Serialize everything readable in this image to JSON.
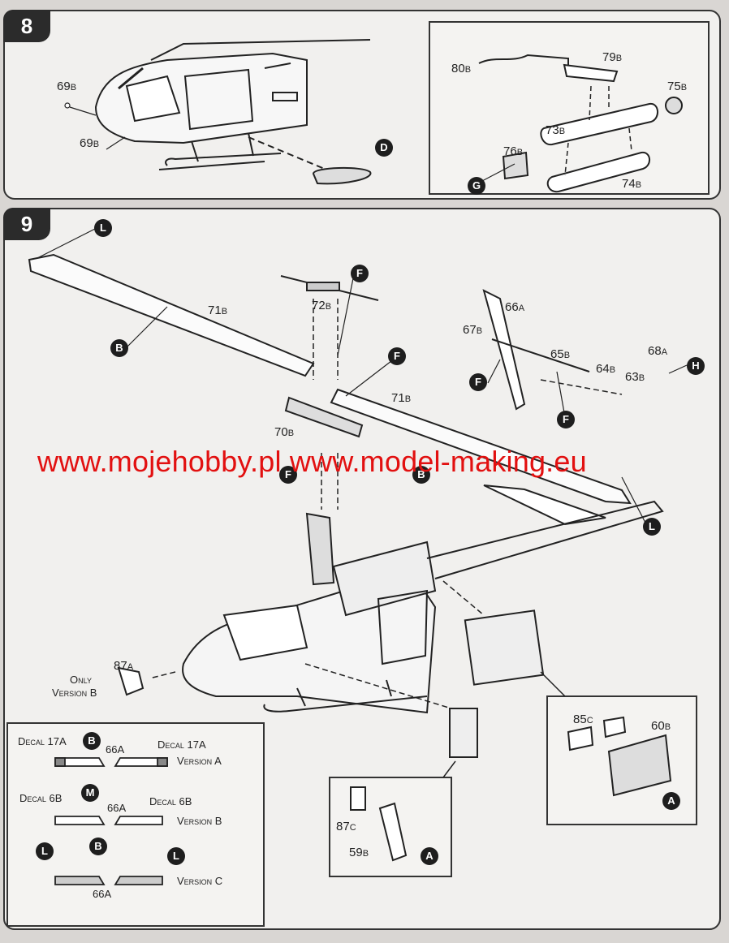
{
  "steps": [
    {
      "number": "8"
    },
    {
      "number": "9"
    }
  ],
  "step8": {
    "labels": {
      "p69b_top": "69",
      "p69b_top_suf": "B",
      "p69b_bot": "69",
      "p69b_bot_suf": "B",
      "p80b": "80",
      "p80b_suf": "B",
      "p79b": "79",
      "p79b_suf": "B",
      "p75b": "75",
      "p75b_suf": "B",
      "p73b": "73",
      "p73b_suf": "B",
      "p76b": "76",
      "p76b_suf": "B",
      "p74b": "74",
      "p74b_suf": "B"
    },
    "circles": {
      "d": "D",
      "g": "G"
    }
  },
  "step9": {
    "labels": {
      "p71b_a": "71",
      "p71b_a_suf": "B",
      "p72b": "72",
      "p72b_suf": "B",
      "p66a": "66",
      "p66a_suf": "A",
      "p67b": "67",
      "p67b_suf": "B",
      "p65b": "65",
      "p65b_suf": "B",
      "p64b": "64",
      "p64b_suf": "B",
      "p63b": "63",
      "p63b_suf": "B",
      "p68a": "68",
      "p68a_suf": "A",
      "p71b_b": "71",
      "p71b_b_suf": "B",
      "p70b": "70",
      "p70b_suf": "B",
      "p87a": "87",
      "p87a_suf": "A",
      "only_version": "Only",
      "only_version_b": "Version B",
      "p85c": "85",
      "p85c_suf": "C",
      "p60b": "60",
      "p60b_suf": "B",
      "p87c": "87",
      "p87c_suf": "C",
      "p59b": "59",
      "p59b_suf": "B"
    },
    "circles": {
      "l_top": "L",
      "b_left": "B",
      "f_top": "F",
      "f_mid": "F",
      "f_67": "F",
      "f_65": "F",
      "h": "H",
      "f_wm": "F",
      "b_wm": "B",
      "l_right": "L",
      "a_right": "A",
      "a_center": "A"
    }
  },
  "versions": {
    "a": {
      "decal_left": "Decal 17A",
      "circle": "B",
      "part": "66A",
      "decal_right": "Decal 17A",
      "version": "Version A"
    },
    "b": {
      "decal_left": "Decal 6B",
      "circle": "M",
      "part": "66A",
      "decal_right": "Decal 6B",
      "version": "Version B"
    },
    "c": {
      "circle_left": "L",
      "circle_mid": "B",
      "circle_right": "L",
      "part": "66A",
      "version": "Version C"
    }
  },
  "watermark": "www.mojehobby.pl www.model-making.eu"
}
